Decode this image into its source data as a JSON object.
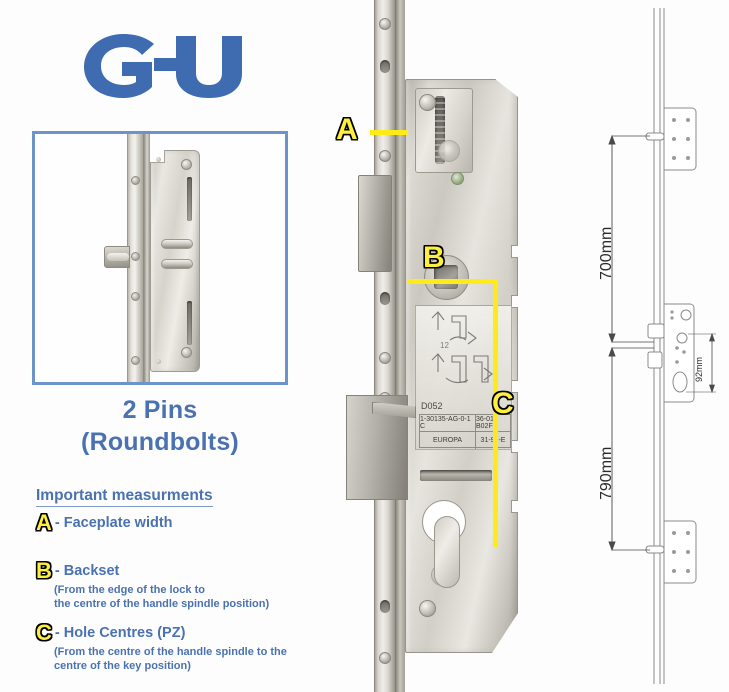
{
  "brand": {
    "name": "G-U",
    "logo_color": "#3f6bb0"
  },
  "inset": {
    "caption_line1": "2 Pins",
    "caption_line2": "(Roundbolts)",
    "caption_color": "#4a72b0",
    "frame_color": "#6e93c8"
  },
  "legend": {
    "heading": "Important measurments",
    "items": [
      {
        "marker": "A",
        "title": "- Faceplate width",
        "sub": ""
      },
      {
        "marker": "B",
        "title": "- Backset",
        "sub_line1": "(From the edge of the lock to",
        "sub_line2": "the centre of the handle spindle position)"
      },
      {
        "marker": "C",
        "title": "- Hole Centres (PZ)",
        "sub_line1": "(From the centre of the handle spindle to the",
        "sub_line2": "centre of the key position)"
      }
    ],
    "marker_fill": "#ffef3d",
    "marker_stroke": "#000000"
  },
  "photo_annotations": {
    "a_letter": "A",
    "b_letter": "B",
    "c_letter": "C",
    "line_color": "#ffeb18"
  },
  "lock_label": {
    "code": "D052",
    "row1_left": "1-30135-AG-0-1 C",
    "row1_right": "36-01 B02F",
    "row2_left": "EUROPA",
    "row2_right": "31-92-E"
  },
  "technical_drawing": {
    "dimension_top": "700mm",
    "dimension_bottom": "790mm",
    "dimension_backset": "92mm"
  }
}
